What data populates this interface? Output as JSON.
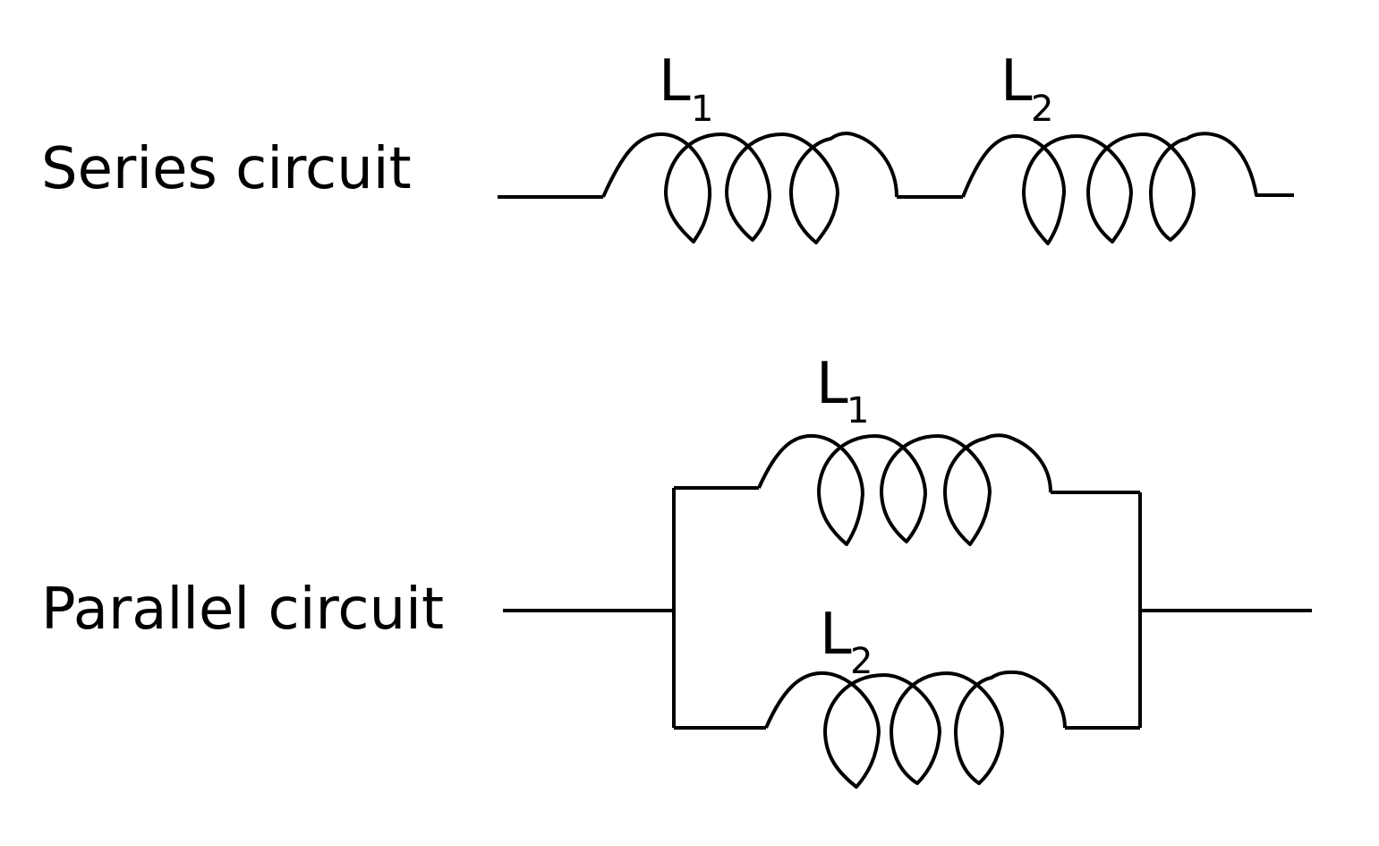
{
  "series": {
    "title": "Series circuit",
    "inductors": [
      {
        "letter": "L",
        "subscript": "1"
      },
      {
        "letter": "L",
        "subscript": "2"
      }
    ]
  },
  "parallel": {
    "title": "Parallel circuit",
    "inductors": [
      {
        "letter": "L",
        "subscript": "1"
      },
      {
        "letter": "L",
        "subscript": "2"
      }
    ]
  },
  "colors": {
    "line": "#000000",
    "background": "#ffffff"
  }
}
